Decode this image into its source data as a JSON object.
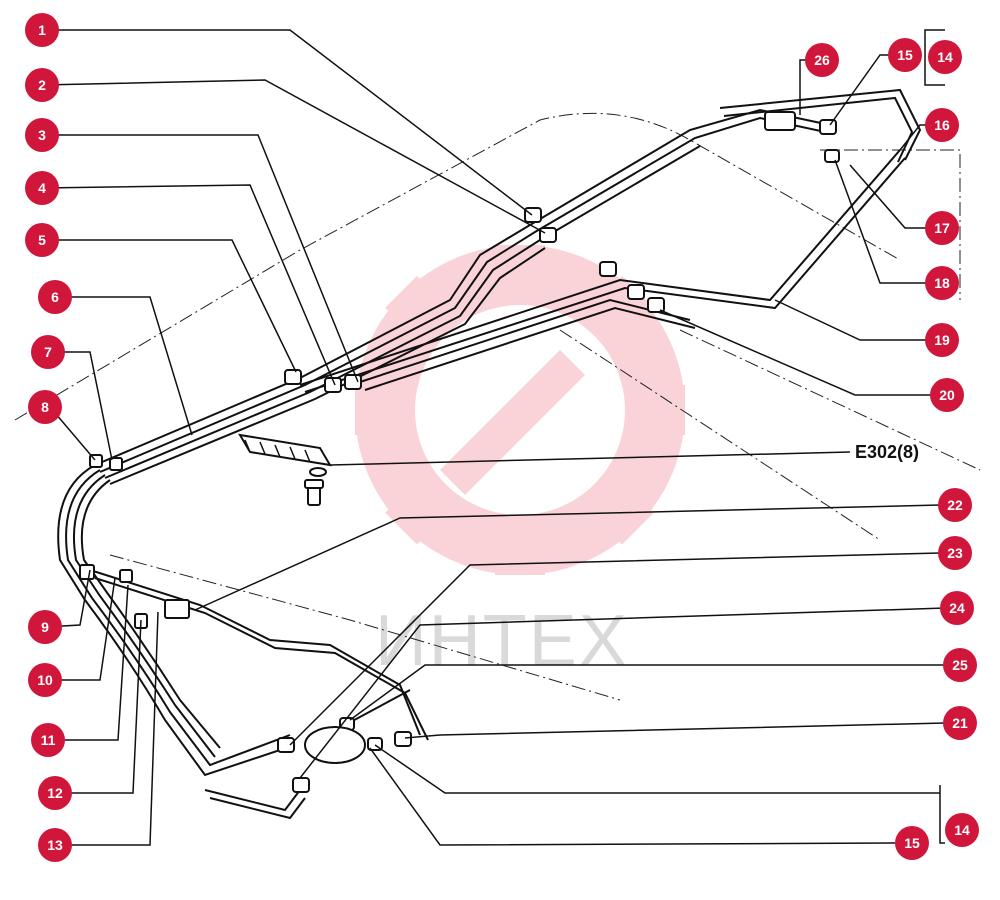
{
  "diagram": {
    "reference_code": "E302(8)",
    "watermark_text": "ИНТЕХ",
    "callout_color": "#d0163a",
    "line_color": "#111111",
    "callouts": [
      "1",
      "2",
      "3",
      "4",
      "5",
      "6",
      "7",
      "8",
      "9",
      "10",
      "11",
      "12",
      "13",
      "14",
      "15",
      "26",
      "16",
      "17",
      "18",
      "19",
      "20",
      "22",
      "23",
      "24",
      "25",
      "21",
      "14",
      "15"
    ]
  }
}
